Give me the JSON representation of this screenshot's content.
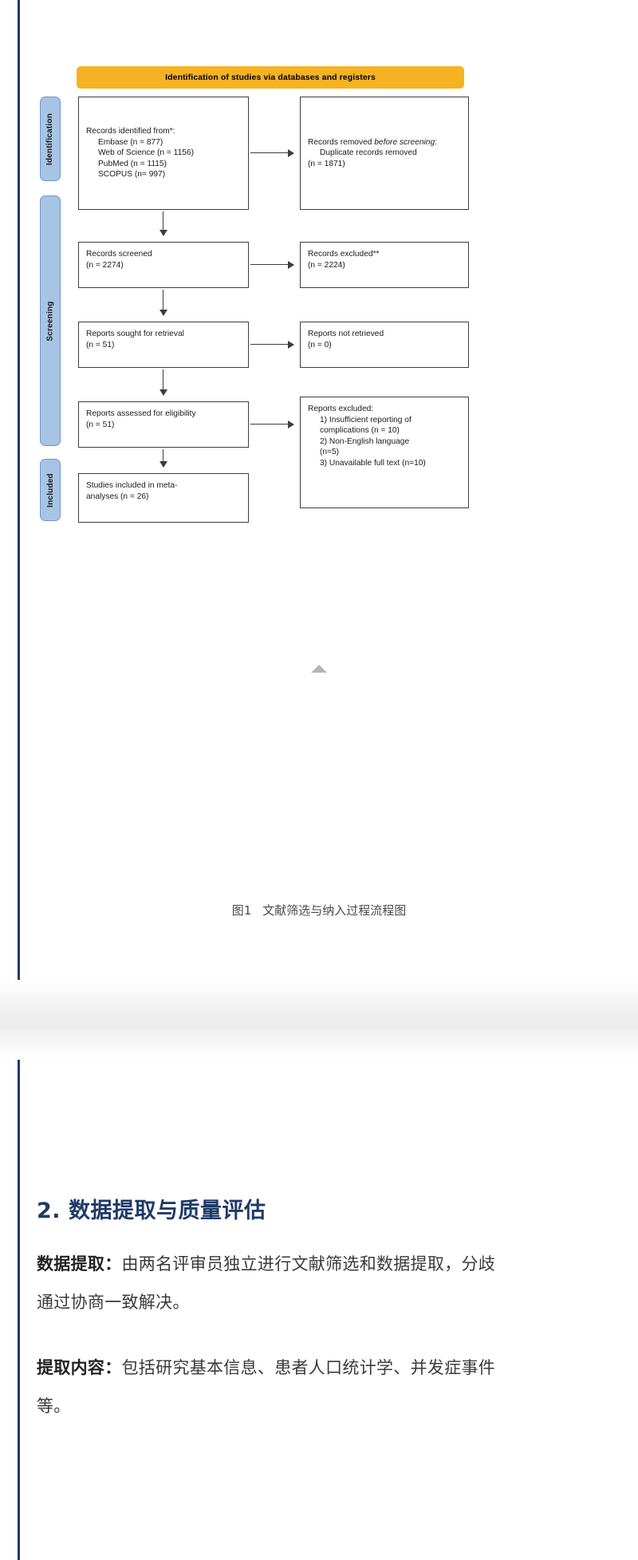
{
  "figure": {
    "banner": "Identification of studies via databases and registers",
    "stages": [
      {
        "key": "identification",
        "label": "Identification"
      },
      {
        "key": "screening",
        "label": "Screening"
      },
      {
        "key": "included",
        "label": "Included"
      }
    ],
    "boxes": {
      "identified": {
        "title": "Records identified from*:",
        "items": [
          "Embase (n = 877)",
          "Web of Science (n = 1156)",
          "PubMed (n = 1115)",
          "SCOPUS (n= 997)"
        ]
      },
      "removed": {
        "title": "Records removed ",
        "title_italic": "before screening",
        "title_tail": ":",
        "items": [
          "Duplicate records removed"
        ],
        "count": "(n = 1871)"
      },
      "screened": {
        "title": "Records screened",
        "count": "(n = 2274)"
      },
      "excluded_records": {
        "title": "Records excluded**",
        "count": "(n = 2224)"
      },
      "sought": {
        "title": "Reports sought for retrieval",
        "count": "(n = 51)"
      },
      "not_retrieved": {
        "title": "Reports not retrieved",
        "count": "(n = 0)"
      },
      "assessed": {
        "title": "Reports assessed for eligibility",
        "count": "(n = 51)"
      },
      "excluded_reports": {
        "title": "Reports excluded:",
        "items": [
          "1) Insufficient reporting of",
          "complications (n = 10)",
          "2) Non-English language",
          "(n=5)",
          "3) Unavailable full text (n=10)"
        ]
      },
      "included": {
        "title": "Studies included in meta-",
        "title2": "analyses (n = 26)"
      }
    },
    "caption_number": "图1",
    "caption_text": "文献筛选与纳入过程流程图",
    "colors": {
      "banner": "#f5b323",
      "stage": "#a8c4e5",
      "box_border": "#3d3d3d",
      "accent": "#1f3a68"
    }
  },
  "article": {
    "heading": "2. 数据提取与质量评估",
    "paragraphs": [
      {
        "label": "数据提取：",
        "text": "由两名评审员独立进行文献筛选和数据提取，分歧通过协商一致解决。"
      },
      {
        "label": "提取内容：",
        "text": "包括研究基本信息、患者人口统计学、并发症事件等。"
      }
    ]
  }
}
